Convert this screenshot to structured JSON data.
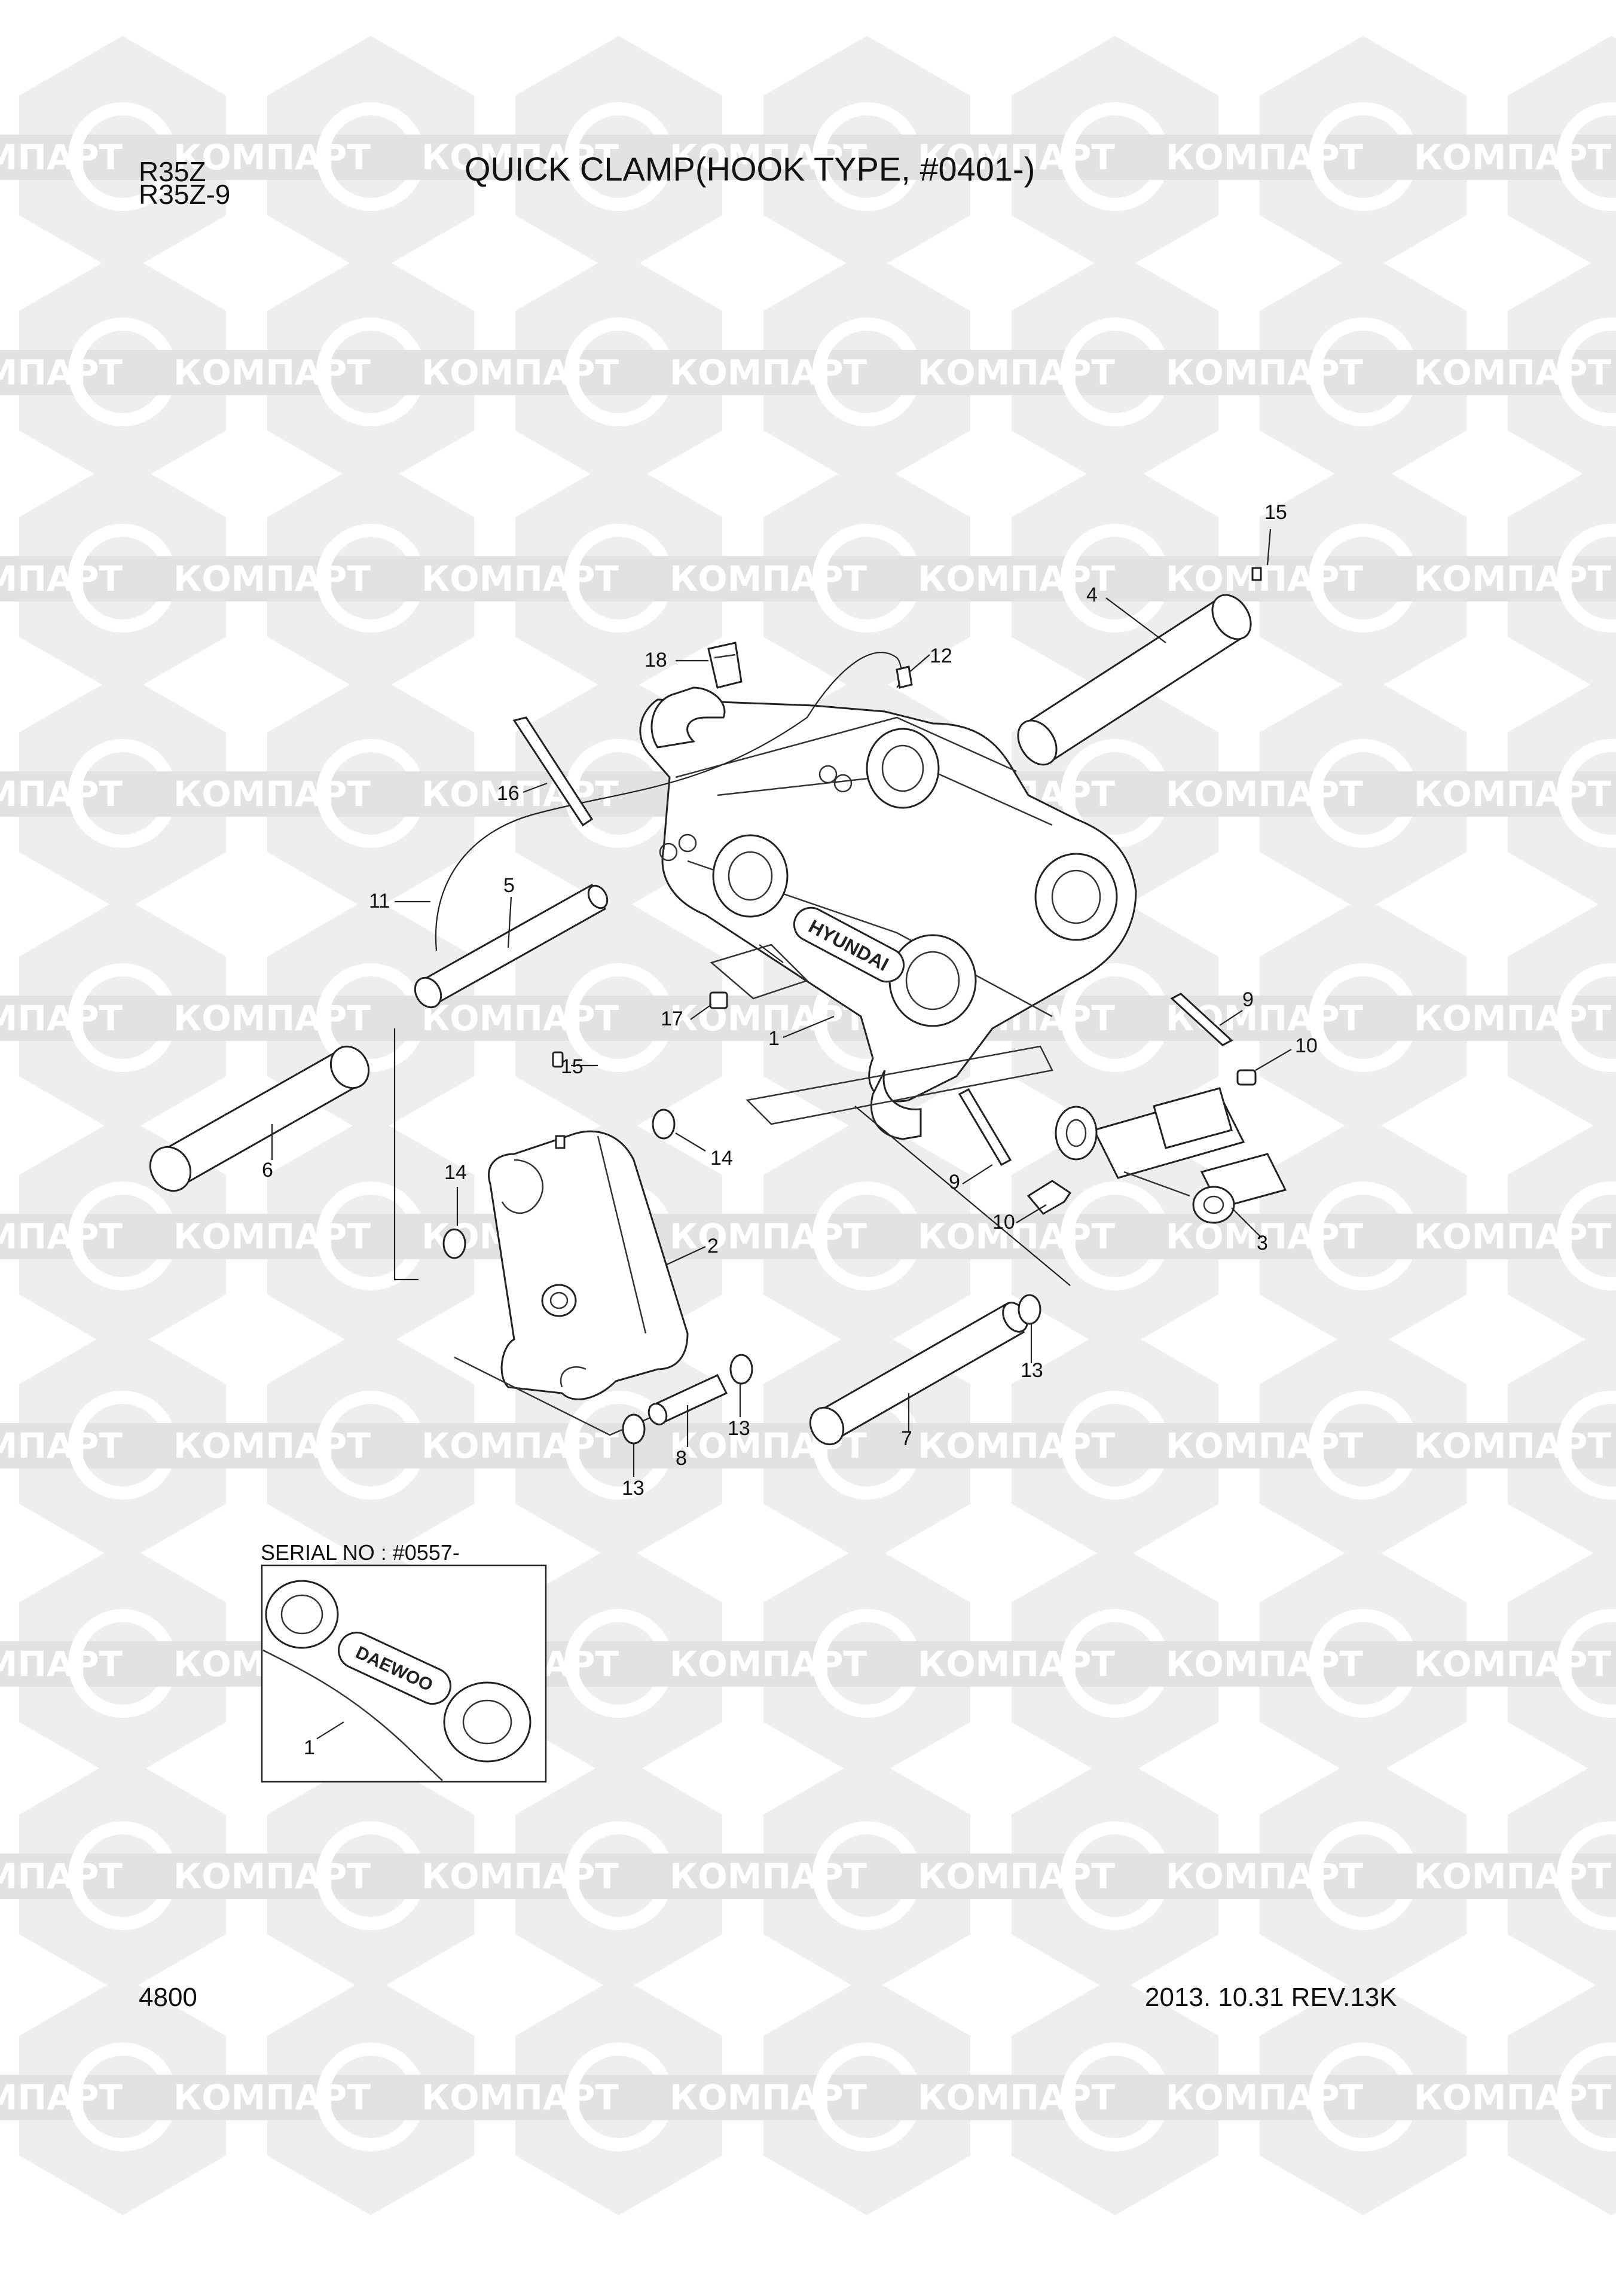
{
  "header": {
    "model_line1": "R35Z",
    "model_line2": "R35Z-9",
    "title": "QUICK CLAMP(HOOK TYPE, #0401-)"
  },
  "footer": {
    "page_number": "4800",
    "revision": "2013. 10.31  REV.13K"
  },
  "inset": {
    "caption": "SERIAL NO : #0557-",
    "plate_text": "DAEWOO",
    "callout": "1"
  },
  "frame_logo_text": "HYUNDAI",
  "watermark": {
    "text_a": "КОМПАРТ",
    "text_b": "COMPART"
  },
  "callouts": [
    "15",
    "4",
    "18",
    "12",
    "16",
    "5",
    "11",
    "17",
    "1",
    "9",
    "10",
    "15",
    "14",
    "14",
    "6",
    "2",
    "9",
    "10",
    "3",
    "13",
    "13",
    "8",
    "13",
    "7"
  ]
}
